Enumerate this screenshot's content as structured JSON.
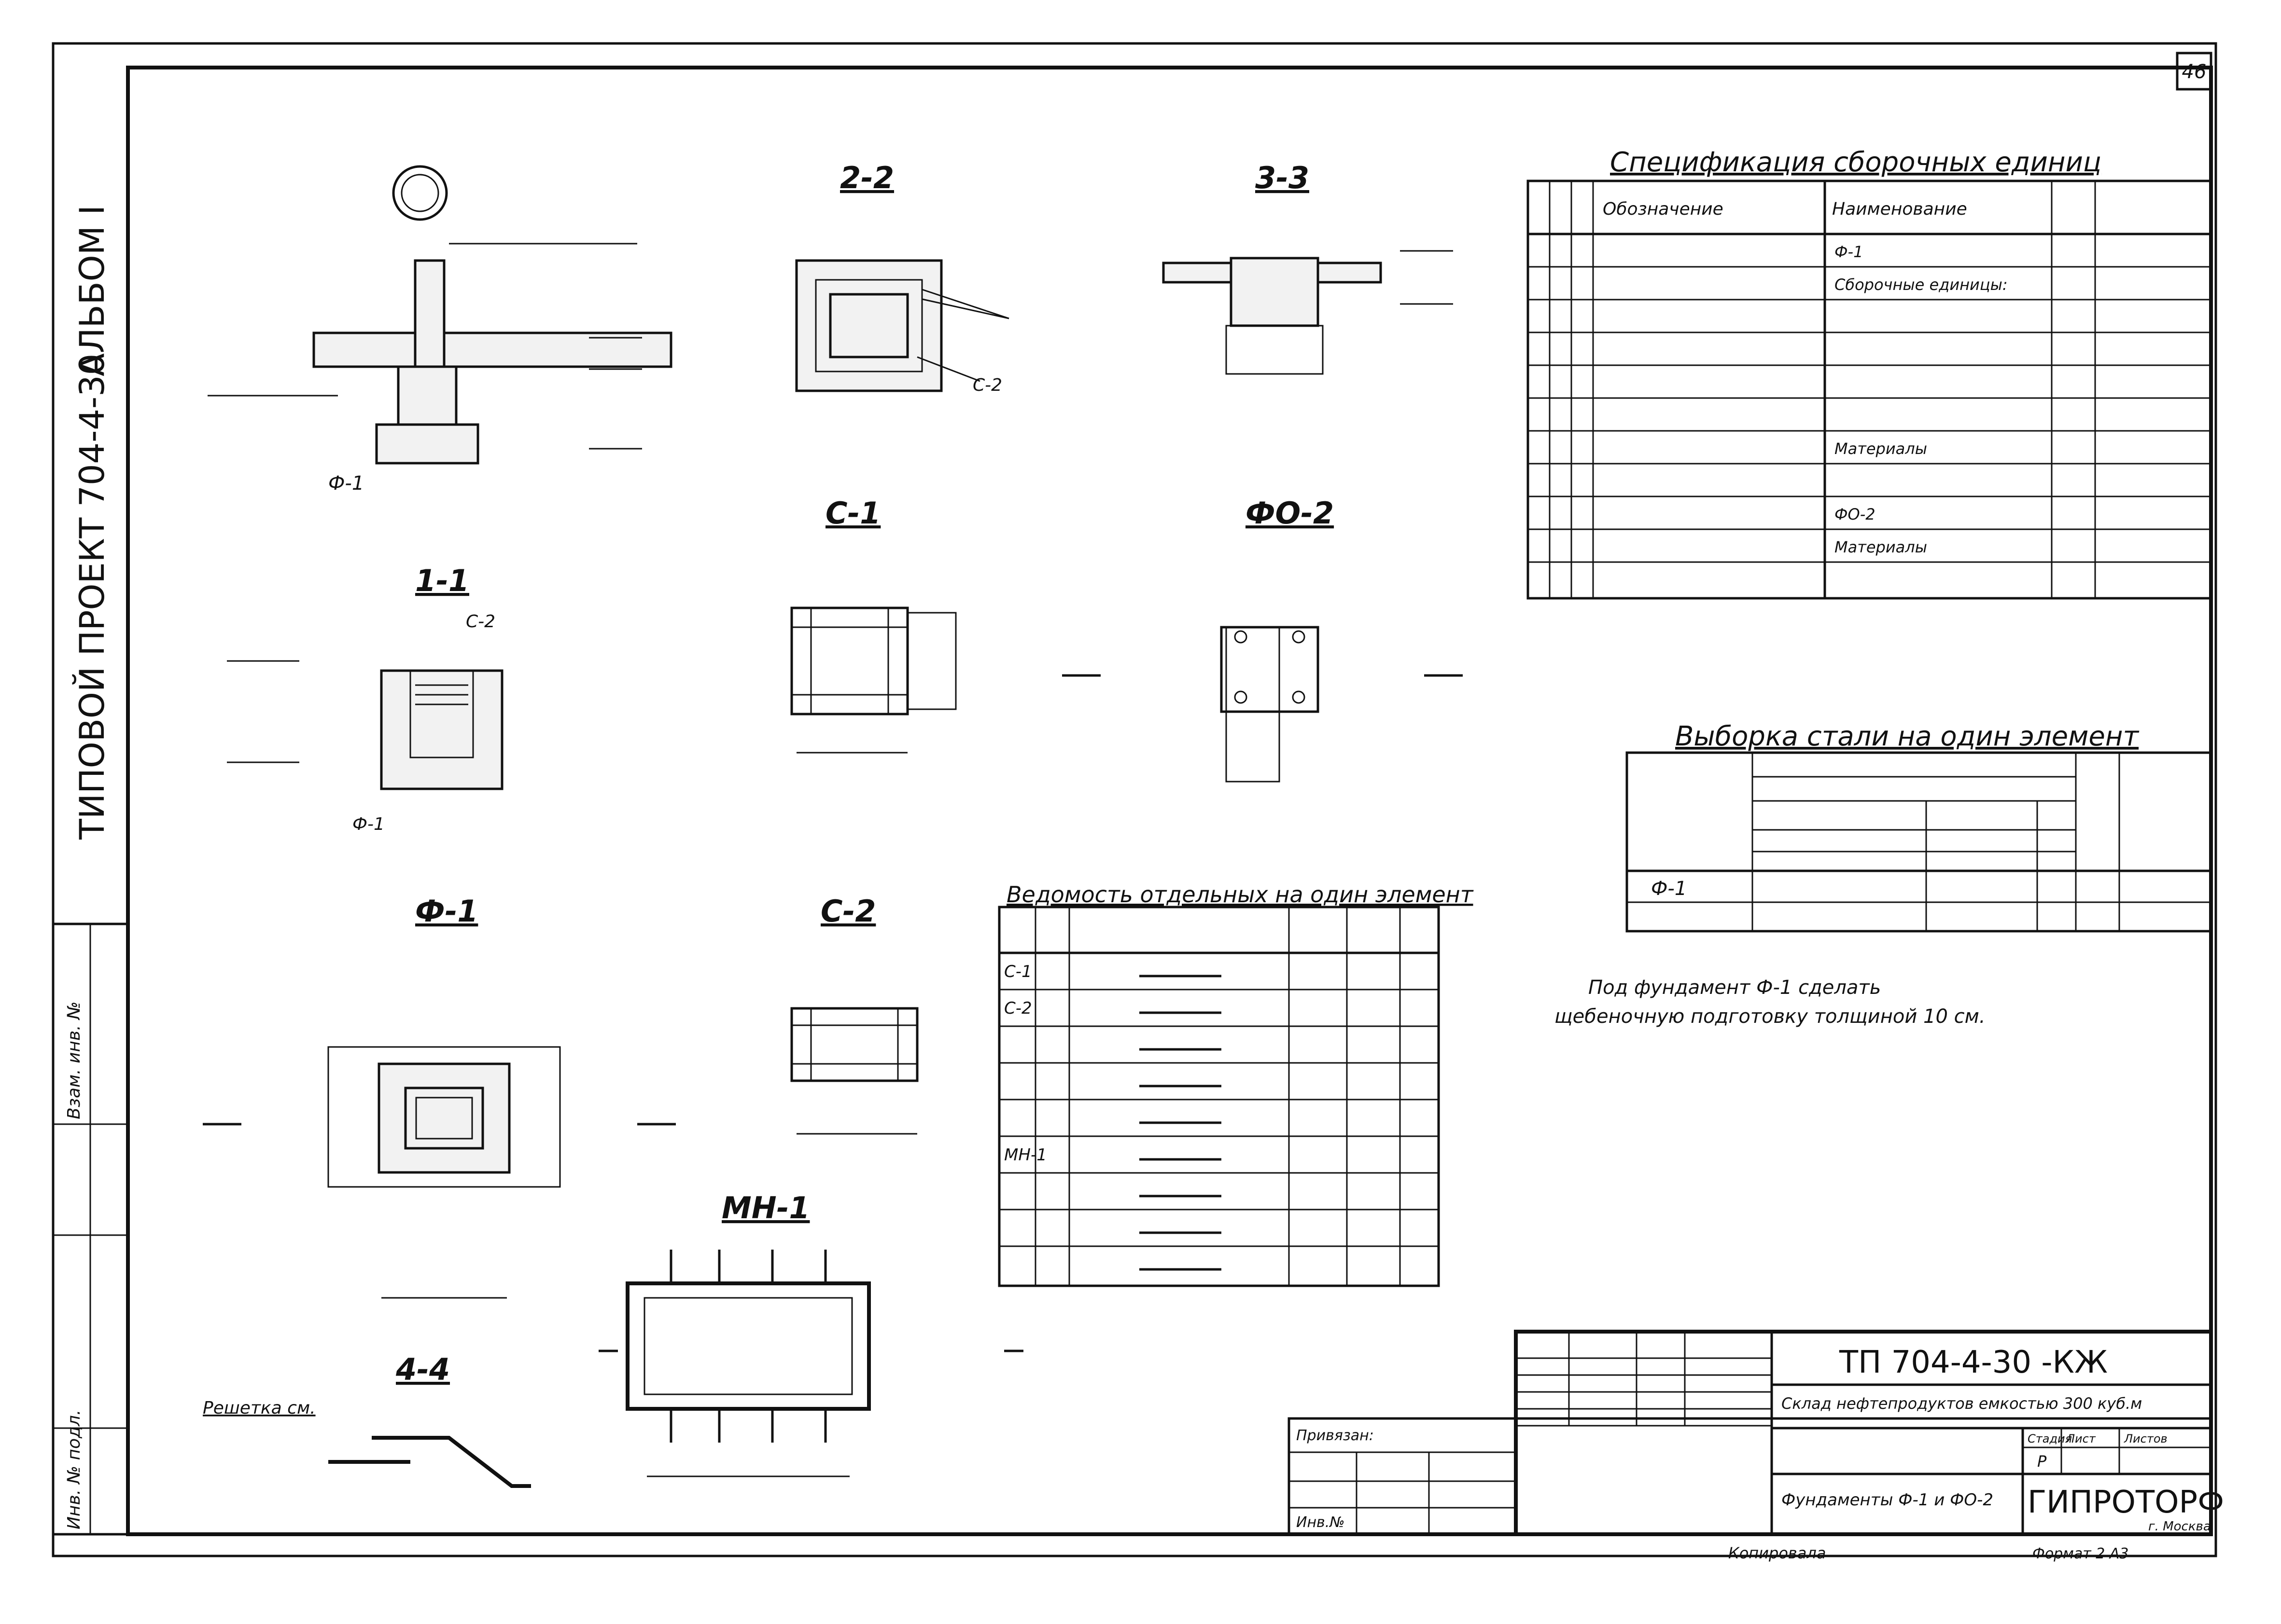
{
  "sheet": {
    "number": "46"
  },
  "margin": {
    "album": "АЛЬБОМ I",
    "project": "ТИПОВОЙ ПРОЕКТ 704-4-30",
    "stamp_top": "Взам. инв. №",
    "stamp_bottom": "Инв. № подл."
  },
  "views": {
    "v2_2": {
      "title": "2-2",
      "labels": [
        "С-2"
      ]
    },
    "v3_3": {
      "title": "3-3"
    },
    "v1_1": {
      "title": "1-1",
      "labels": [
        "С-2",
        "Ф-1"
      ]
    },
    "vc1": {
      "title": "С-1"
    },
    "vfo2": {
      "title": "ФО-2"
    },
    "vf1": {
      "title": "Ф-1",
      "labels": []
    },
    "vc2": {
      "title": "С-2"
    },
    "vmn1": {
      "title": "МН-1"
    },
    "v4_4": {
      "title": "4-4",
      "labels": [
        "Решетка см."
      ]
    },
    "elevation": {
      "labels": [
        "Ф-1"
      ]
    }
  },
  "spec": {
    "title": "Спецификация сборочных единиц",
    "headers": [
      "Обозначение",
      "Наименование",
      "",
      ""
    ],
    "rows": [
      {
        "obozn": "",
        "name": "Ф-1",
        "qty": "",
        "note": ""
      },
      {
        "obozn": "",
        "name": "Сборочные единицы:",
        "qty": "",
        "note": ""
      },
      {
        "obozn": "",
        "name": "",
        "qty": "",
        "note": ""
      },
      {
        "obozn": "",
        "name": "",
        "qty": "",
        "note": ""
      },
      {
        "obozn": "",
        "name": "",
        "qty": "",
        "note": ""
      },
      {
        "obozn": "",
        "name": "",
        "qty": "",
        "note": ""
      },
      {
        "obozn": "",
        "name": "Материалы",
        "qty": "",
        "note": ""
      },
      {
        "obozn": "",
        "name": "",
        "qty": "",
        "note": ""
      },
      {
        "obozn": "",
        "name": "ФО-2",
        "qty": "",
        "note": ""
      },
      {
        "obozn": "",
        "name": "Материалы",
        "qty": "",
        "note": ""
      },
      {
        "obozn": "",
        "name": "",
        "qty": "",
        "note": ""
      }
    ]
  },
  "steel": {
    "title": "Выборка стали на один элемент",
    "rows": [
      [
        "Ф-1",
        "",
        "",
        "",
        "",
        "",
        "",
        ""
      ]
    ]
  },
  "note_text": [
    "Под фундамент Ф-1 сделать",
    "щебеночную подготовку толщиной 10 см."
  ],
  "rebar": {
    "title": "Ведомость отдельных на один элемент",
    "rows": [
      {
        "mark": "С-1",
        "pos": "",
        "d": "",
        "len": "",
        "qty": ""
      },
      {
        "mark": "С-2",
        "pos": "",
        "d": "",
        "len": "",
        "qty": ""
      },
      {
        "mark": "",
        "pos": "",
        "d": "",
        "len": "",
        "qty": ""
      },
      {
        "mark": "",
        "pos": "",
        "d": "",
        "len": "",
        "qty": ""
      },
      {
        "mark": "",
        "pos": "",
        "d": "",
        "len": "",
        "qty": ""
      },
      {
        "mark": "МН-1",
        "pos": "",
        "d": "",
        "len": "",
        "qty": ""
      },
      {
        "mark": "",
        "pos": "",
        "d": "",
        "len": "",
        "qty": ""
      },
      {
        "mark": "",
        "pos": "",
        "d": "",
        "len": "",
        "qty": ""
      },
      {
        "mark": "",
        "pos": "",
        "d": "",
        "len": "",
        "qty": ""
      }
    ]
  },
  "title_block": {
    "code": "ТП    704-4-30 -КЖ",
    "object": "Склад нефтепродуктов емкостью 300 куб.м",
    "sheet_name": "Фундаменты Ф-1 и ФО-2",
    "org": "ГИПРОТОРФ",
    "org_city": "г. Москва",
    "stage_label": "Стадия",
    "sheet_label": "Лист",
    "sheets_label": "Листов",
    "stage": "Р",
    "privyazan": "Привязан:",
    "inv": "Инв.№",
    "kopiroval": "Копировала",
    "format": "Формат 2 А3",
    "signers": [
      {
        "role": "",
        "name": ""
      },
      {
        "role": "",
        "name": ""
      },
      {
        "role": "",
        "name": ""
      },
      {
        "role": "",
        "name": ""
      },
      {
        "role": "",
        "name": ""
      }
    ]
  }
}
